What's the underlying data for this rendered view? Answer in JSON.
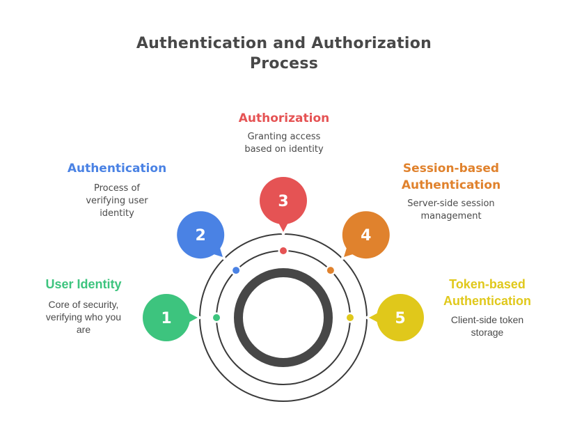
{
  "title": {
    "line1": "Authentication and Authorization",
    "line2": "Process"
  },
  "steps": [
    {
      "number": "1",
      "heading": "User Identity",
      "heading_lines": [
        "User Identity"
      ],
      "description_lines": [
        "Core of security,",
        "verifying who you",
        "are"
      ],
      "color": "#3DC47E"
    },
    {
      "number": "2",
      "heading": "Authentication",
      "heading_lines": [
        "Authentication"
      ],
      "description_lines": [
        "Process of",
        "verifying user",
        "identity"
      ],
      "color": "#4A82E4"
    },
    {
      "number": "3",
      "heading": "Authorization",
      "heading_lines": [
        "Authorization"
      ],
      "description_lines": [
        "Granting access",
        "based on identity"
      ],
      "color": "#E55354"
    },
    {
      "number": "4",
      "heading": "Session-based Authentication",
      "heading_lines": [
        "Session-based",
        "Authentication"
      ],
      "description_lines": [
        "Server-side session",
        "management"
      ],
      "color": "#E0822D"
    },
    {
      "number": "5",
      "heading": "Token-based Authentication",
      "heading_lines": [
        "Token-based",
        "Authentication"
      ],
      "description_lines": [
        "Client-side token",
        "storage"
      ],
      "color": "#E0C81B"
    }
  ],
  "ring_color": "#474747"
}
